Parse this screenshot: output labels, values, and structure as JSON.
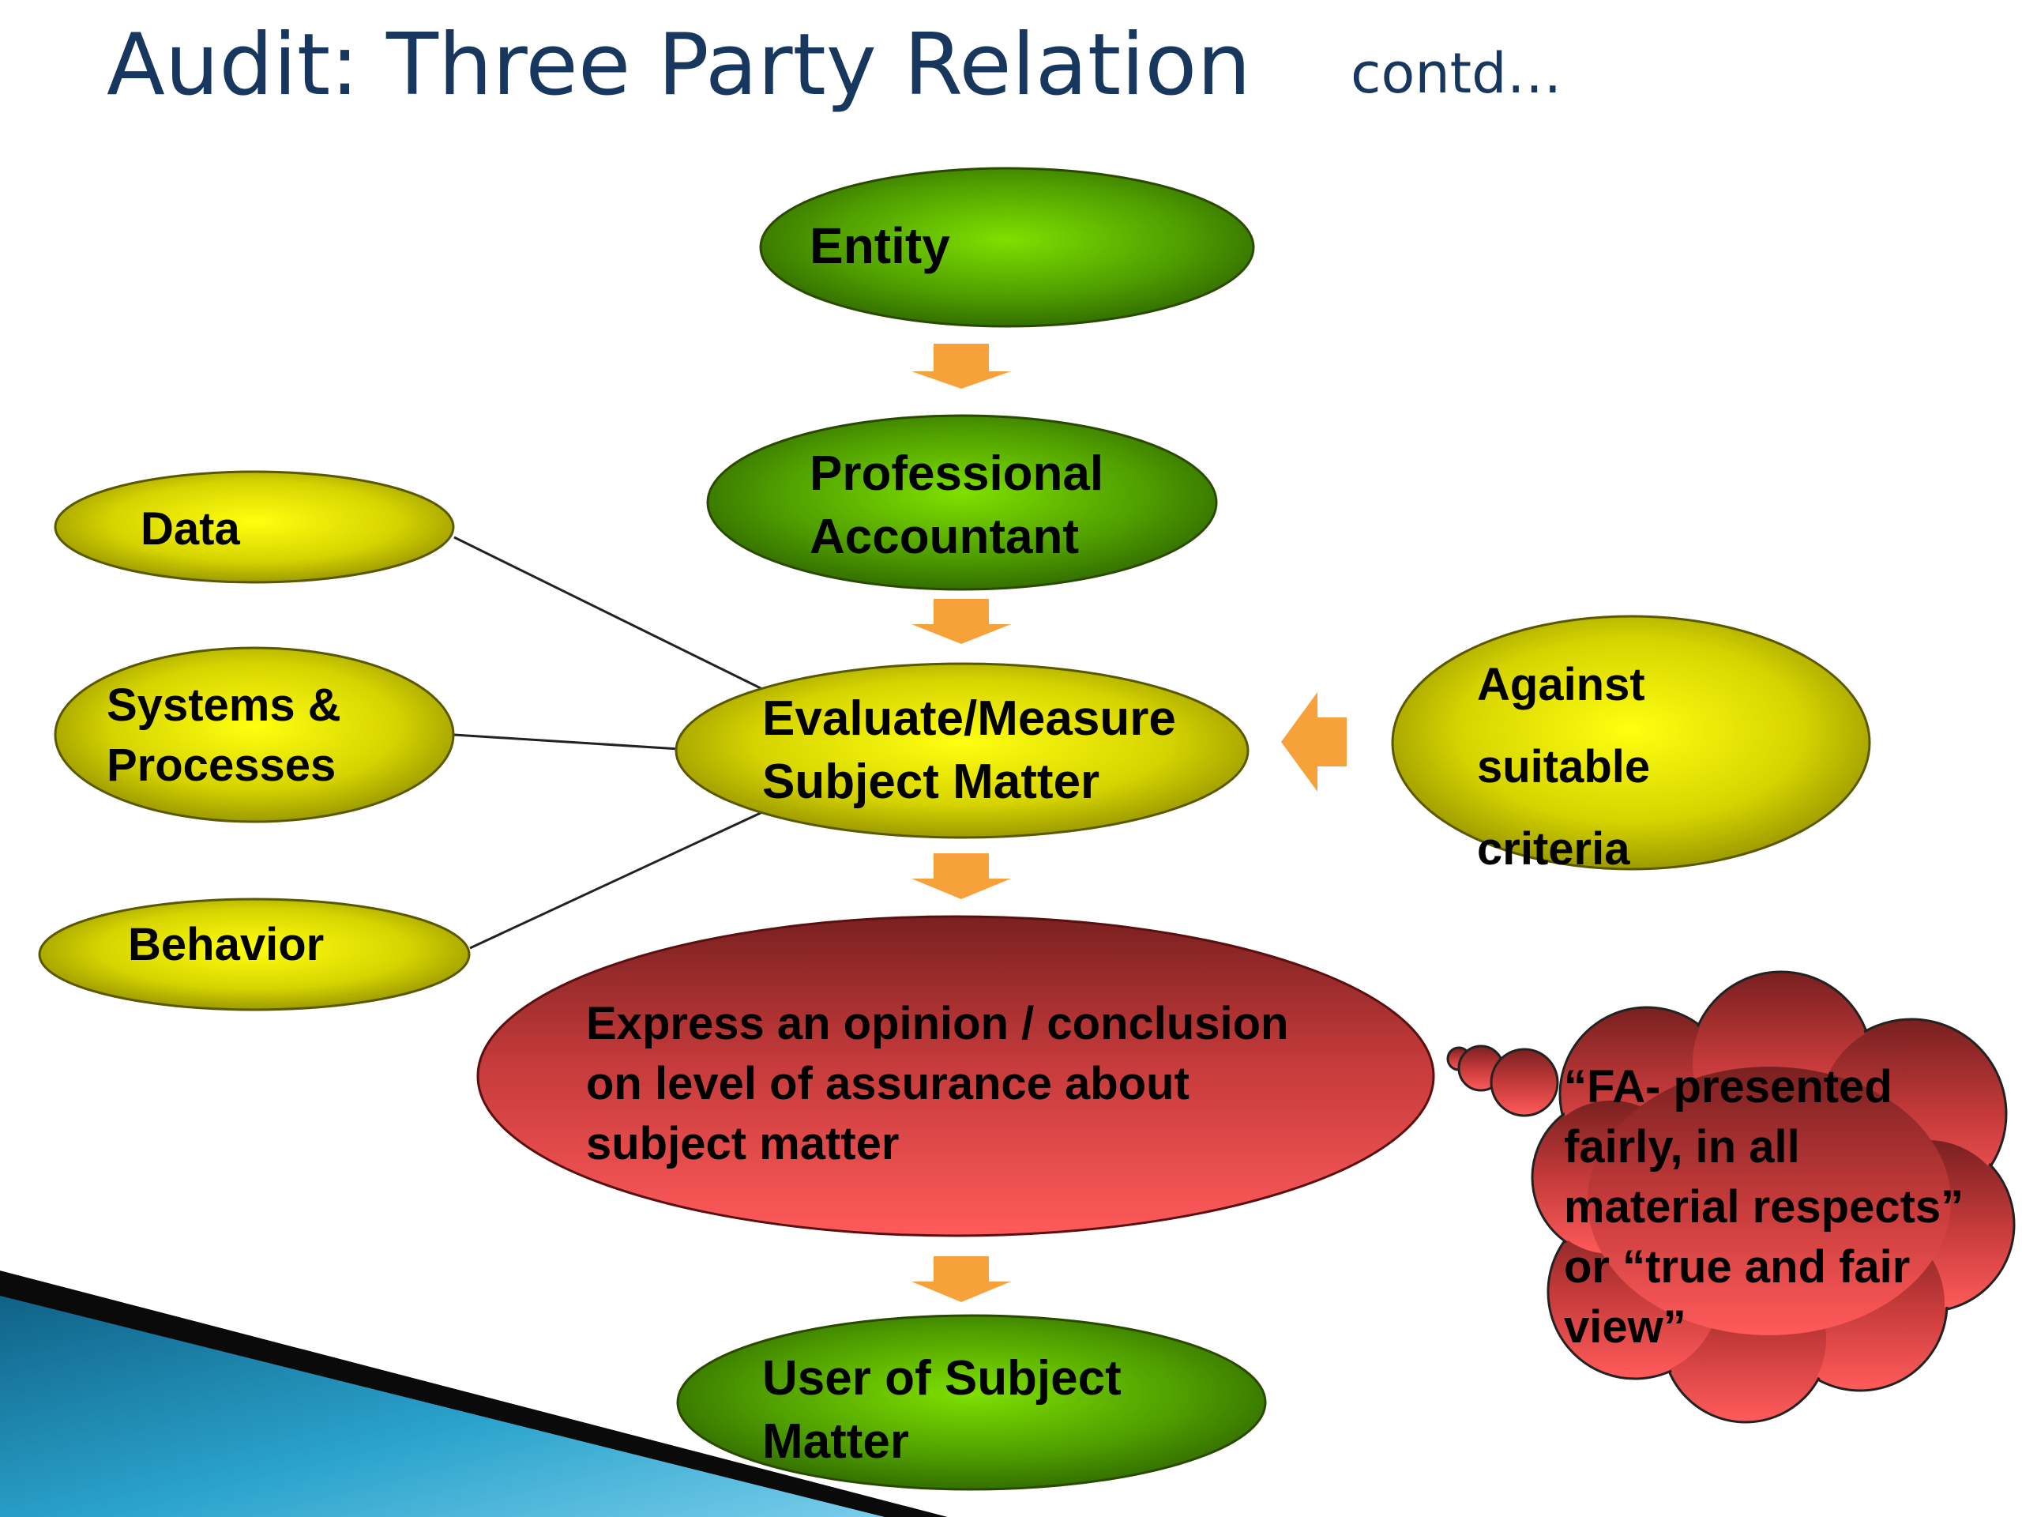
{
  "slide": {
    "title": "Audit: Three Party Relation",
    "title_suffix": "contd…"
  },
  "nodes": {
    "entity": "Entity",
    "professional_accountant": [
      "Professional",
      "Accountant"
    ],
    "evaluate_measure": [
      "Evaluate/Measure",
      "Subject Matter"
    ],
    "express_opinion": [
      "Express an opinion / conclusion",
      "on level of assurance about",
      "subject matter"
    ],
    "user_of_subject_matter": [
      "User of Subject",
      "Matter"
    ],
    "data": "Data",
    "systems_processes": [
      "Systems &",
      "Processes"
    ],
    "behavior": "Behavior",
    "against_criteria": [
      "Against",
      "suitable",
      "criteria"
    ]
  },
  "thought_bubble": [
    "“FA- presented",
    "fairly, in all",
    "material respects”",
    "or “true and fair",
    "view”"
  ],
  "colors": {
    "title": "#17375e",
    "green_node": "#5fb800",
    "yellow_node": "#c8c400",
    "red_node": "#e84848",
    "arrow": "#f7a13a",
    "corner_blue": "#1a8fb5"
  }
}
